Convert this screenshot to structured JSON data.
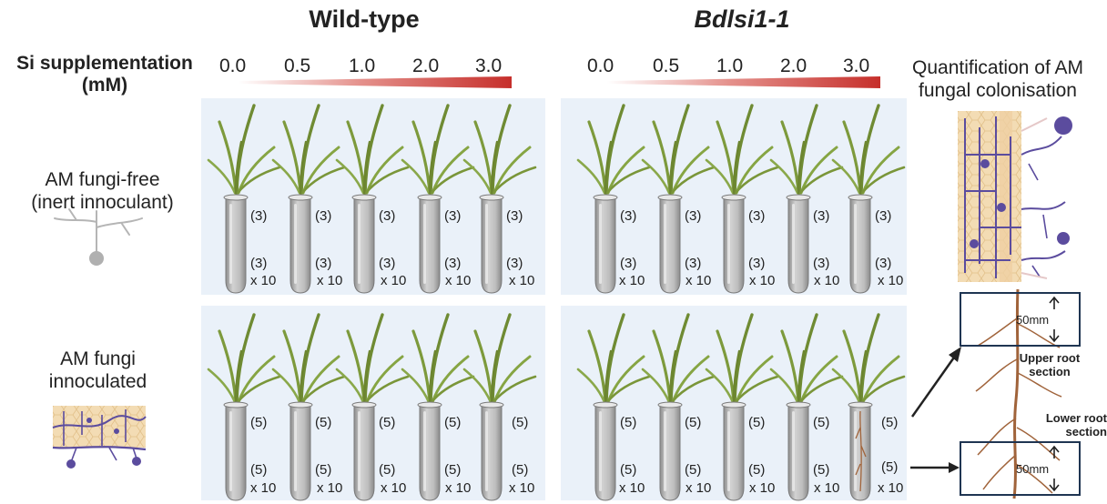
{
  "headers": {
    "wild_type": "Wild-type",
    "mutant": "Bdlsi1-1"
  },
  "si_supplementation": {
    "label_line1": "Si supplementation",
    "label_line2": "(mM)",
    "ticks": [
      "0.0",
      "0.5",
      "1.0",
      "2.0",
      "3.0"
    ],
    "gradient_color": "#c62f2b"
  },
  "rows": {
    "fungi_free": {
      "line1": "AM fungi-free",
      "line2": "(inert innoculant)",
      "count_top": "(3)",
      "count_bottom": "(3)",
      "multiplier": "x 10"
    },
    "inoculated": {
      "line1": "AM fungi",
      "line2": "innoculated",
      "count_top": "(5)",
      "count_bottom": "(5)",
      "multiplier": "x 10"
    }
  },
  "quantification": {
    "title_line1": "Quantification of AM",
    "title_line2": "fungal colonisation",
    "upper_mm": "50mm",
    "lower_mm": "50mm",
    "upper_label_line1": "Upper root",
    "upper_label_line2": "section",
    "lower_label_line1": "Lower root",
    "lower_label_line2": "section"
  },
  "colors": {
    "panel": "#eaf1f9",
    "leaf": "#7d9a3c",
    "tube": "#b9b9b9",
    "fungi": "#5b4c9e",
    "root": "#a0633a",
    "box_border": "#1f3552"
  }
}
